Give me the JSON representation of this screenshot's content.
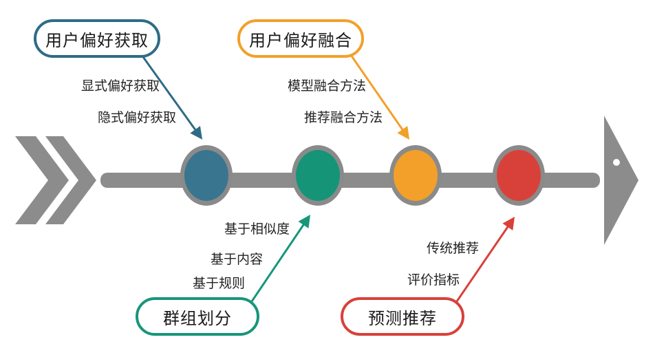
{
  "colors": {
    "spine": "#8c8c8c",
    "stage1": "#3a7590",
    "stage2": "#159478",
    "stage3": "#f2a02a",
    "stage4": "#d8413a"
  },
  "stages": {
    "acquire": {
      "title": "用户偏好获取",
      "items": [
        "显式偏好获取",
        "隐式偏好获取"
      ]
    },
    "group": {
      "title": "群组划分",
      "items": [
        "基于相似度",
        "基于内容",
        "基于规则"
      ]
    },
    "fuse": {
      "title": "用户偏好融合",
      "items": [
        "模型融合方法",
        "推荐融合方法"
      ]
    },
    "predict": {
      "title": "预测推荐",
      "items": [
        "传统推荐",
        "评价指标"
      ]
    }
  }
}
